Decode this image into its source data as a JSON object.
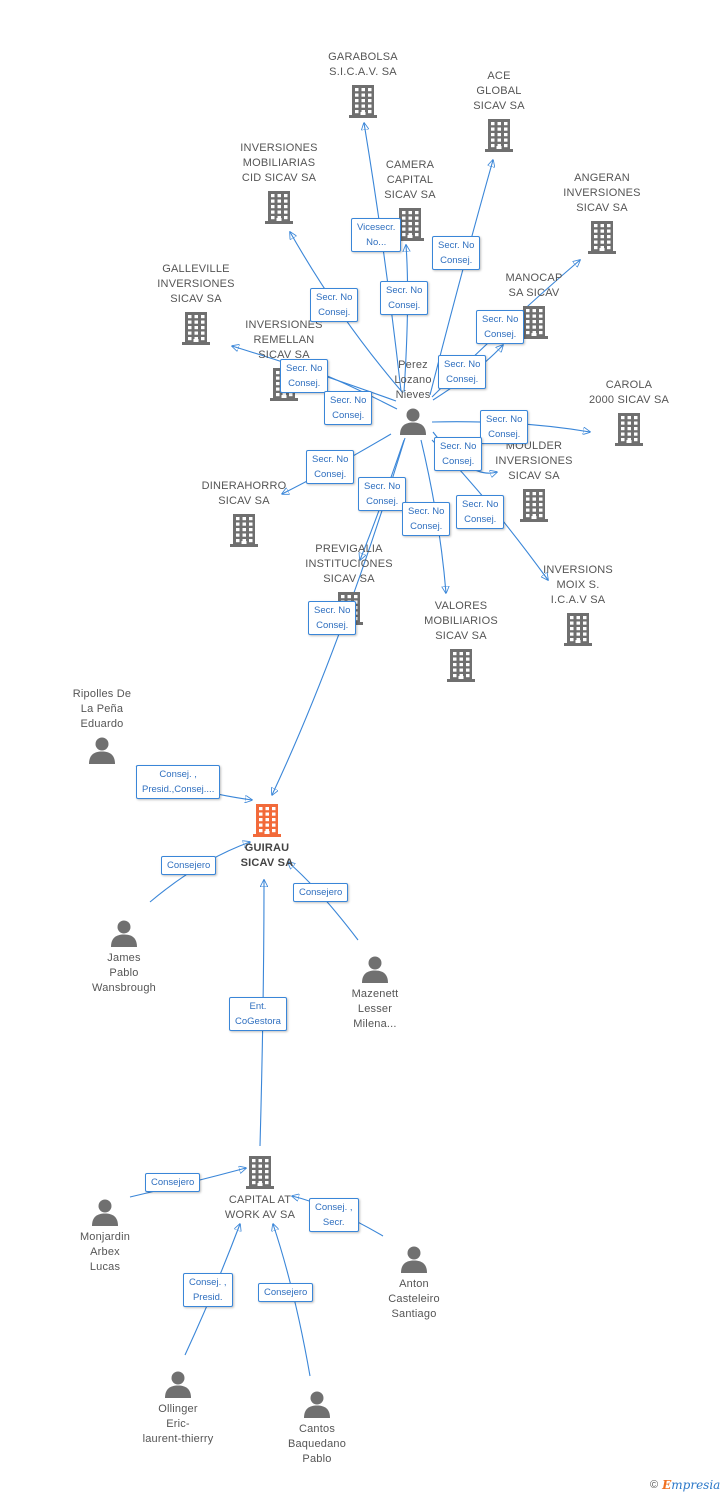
{
  "colors": {
    "edge": "#3a86d8",
    "building": "#6f6f6f",
    "building_main": "#f26a3a",
    "person": "#707070"
  },
  "nodes": [
    {
      "id": "garabolsa",
      "type": "company",
      "label": "GARABOLSA\nS.I.C.A.V. SA",
      "label_pos": "above"
    },
    {
      "id": "ace",
      "type": "company",
      "label": "ACE\nGLOBAL\nSICAV SA",
      "label_pos": "above"
    },
    {
      "id": "inv_mob_cid",
      "type": "company",
      "label": "INVERSIONES\nMOBILIARIAS\nCID SICAV SA",
      "label_pos": "above"
    },
    {
      "id": "camera",
      "type": "company",
      "label": "CAMERA\nCAPITAL\nSICAV SA",
      "label_pos": "above"
    },
    {
      "id": "angeran",
      "type": "company",
      "label": "ANGERAN\nINVERSIONES\nSICAV SA",
      "label_pos": "above"
    },
    {
      "id": "galleville",
      "type": "company",
      "label": "GALLEVILLE\nINVERSIONES\nSICAV SA",
      "label_pos": "above"
    },
    {
      "id": "manocap",
      "type": "company",
      "label": "MANOCAP\nSA SICAV",
      "label_pos": "above"
    },
    {
      "id": "remellan",
      "type": "company",
      "label": "INVERSIONES\nREMELLAN\nSICAV SA",
      "label_pos": "above"
    },
    {
      "id": "perez",
      "type": "person",
      "label": "Perez\nLozano\nNieves",
      "label_pos": "above"
    },
    {
      "id": "carola",
      "type": "company",
      "label": "CAROLA\n2000 SICAV SA",
      "label_pos": "above"
    },
    {
      "id": "moulder",
      "type": "company",
      "label": "MOULDER\nINVERSIONES\nSICAV SA",
      "label_pos": "above"
    },
    {
      "id": "dinerahorro",
      "type": "company",
      "label": "DINERAHORRO\nSICAV SA",
      "label_pos": "above"
    },
    {
      "id": "previgalia",
      "type": "company",
      "label": "PREVIGALIA\nINSTITUCIONES\nSICAV SA",
      "label_pos": "above"
    },
    {
      "id": "moix",
      "type": "company",
      "label": "INVERSIONS\nMOIX S.\nI.C.A.V SA",
      "label_pos": "above"
    },
    {
      "id": "valores",
      "type": "company",
      "label": "VALORES\nMOBILIARIOS\nSICAV SA",
      "label_pos": "above"
    },
    {
      "id": "ripolles",
      "type": "person",
      "label": "Ripolles De\nLa Peña\nEduardo",
      "label_pos": "above"
    },
    {
      "id": "guirau",
      "type": "company_main",
      "label": "GUIRAU\nSICAV SA",
      "label_pos": "below"
    },
    {
      "id": "james",
      "type": "person",
      "label": "James\nPablo\nWansbrough",
      "label_pos": "below"
    },
    {
      "id": "mazenett",
      "type": "person",
      "label": "Mazenett\nLesser\nMilena...",
      "label_pos": "below"
    },
    {
      "id": "capital",
      "type": "company",
      "label": "CAPITAL AT\nWORK AV SA",
      "label_pos": "below"
    },
    {
      "id": "monjardin",
      "type": "person",
      "label": "Monjardin\nArbex\nLucas",
      "label_pos": "below"
    },
    {
      "id": "anton",
      "type": "person",
      "label": "Anton\nCasteleiro\nSantiago",
      "label_pos": "below"
    },
    {
      "id": "ollinger",
      "type": "person",
      "label": "Ollinger\nEric-\nlaurent-thierry",
      "label_pos": "below"
    },
    {
      "id": "cantos",
      "type": "person",
      "label": "Cantos\nBaquedano\nPablo",
      "label_pos": "below"
    }
  ],
  "edges": [
    {
      "from": "perez",
      "to": "garabolsa",
      "label": "Vicesecr.\nNo..."
    },
    {
      "from": "perez",
      "to": "ace",
      "label": "Secr. No\nConsej."
    },
    {
      "from": "perez",
      "to": "inv_mob_cid",
      "label": "Secr. No\nConsej."
    },
    {
      "from": "perez",
      "to": "camera",
      "label": "Secr. No\nConsej."
    },
    {
      "from": "perez",
      "to": "angeran",
      "label": "Secr. No\nConsej."
    },
    {
      "from": "perez",
      "to": "galleville",
      "label": "Secr. No\nConsej."
    },
    {
      "from": "perez",
      "to": "manocap",
      "label": "Secr. No\nConsej."
    },
    {
      "from": "perez",
      "to": "remellan",
      "label": "Secr. No\nConsej."
    },
    {
      "from": "perez",
      "to": "carola",
      "label": "Secr. No\nConsej."
    },
    {
      "from": "perez",
      "to": "moulder",
      "label": "Secr. No\nConsej."
    },
    {
      "from": "perez",
      "to": "dinerahorro",
      "label": "Secr. No\nConsej."
    },
    {
      "from": "perez",
      "to": "previgalia",
      "label": "Secr. No\nConsej."
    },
    {
      "from": "perez",
      "to": "moix",
      "label": "Secr. No\nConsej."
    },
    {
      "from": "perez",
      "to": "valores",
      "label": "Secr. No\nConsej."
    },
    {
      "from": "perez",
      "to": "guirau",
      "label": "Secr. No\nConsej."
    },
    {
      "from": "ripolles",
      "to": "guirau",
      "label": "Consej. ,\nPresid.,Consej...."
    },
    {
      "from": "james",
      "to": "guirau",
      "label": "Consejero"
    },
    {
      "from": "mazenett",
      "to": "guirau",
      "label": "Consejero"
    },
    {
      "from": "capital",
      "to": "guirau",
      "label": "Ent.\nCoGestora"
    },
    {
      "from": "monjardin",
      "to": "capital",
      "label": "Consejero"
    },
    {
      "from": "anton",
      "to": "capital",
      "label": "Consej. ,\nSecr."
    },
    {
      "from": "ollinger",
      "to": "capital",
      "label": "Consej. ,\nPresid."
    },
    {
      "from": "cantos",
      "to": "capital",
      "label": "Consejero"
    }
  ],
  "footer": {
    "copyright": "©",
    "brand_initial": "E",
    "brand_rest": "mpresia"
  }
}
